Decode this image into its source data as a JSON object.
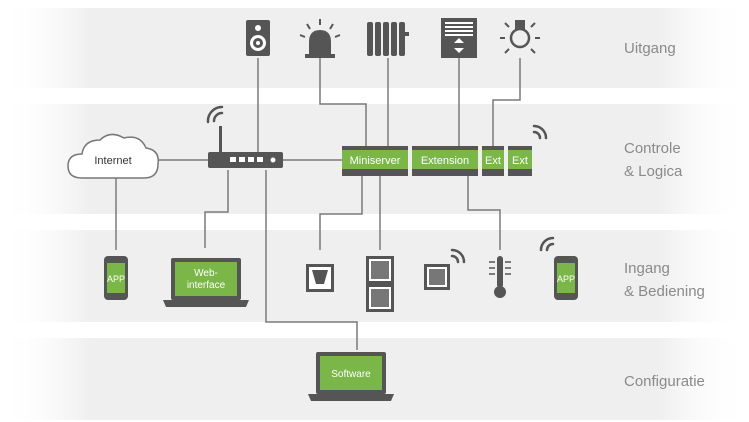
{
  "bands": {
    "output": {
      "label": "Uitgang"
    },
    "control": {
      "label_line1": "Controle",
      "label_line2": "& Logica"
    },
    "input": {
      "label_line1": "Ingang",
      "label_line2": "& Bediening"
    },
    "config": {
      "label": "Configuratie"
    }
  },
  "nodes": {
    "internet": "Internet",
    "miniserver": "Miniserver",
    "extension": "Extension",
    "ext1": "Ext",
    "ext2": "Ext",
    "app_left": "APP",
    "app_right": "APP",
    "web_line1": "Web-",
    "web_line2": "interface",
    "software": "Software"
  },
  "colors": {
    "green": "#7ab648",
    "dark_green": "#5f9a33",
    "icon_gray": "#555555",
    "wire_gray": "#7a7a7a",
    "band_gray": "#efefef",
    "label_gray": "#8a8a8a"
  },
  "icons": [
    "speaker-icon",
    "alarm-light-icon",
    "radiator-icon",
    "blinds-icon",
    "light-bulb-icon",
    "router-icon",
    "cloud-icon",
    "wifi-icon",
    "smartphone-icon",
    "laptop-icon",
    "motion-sensor-icon",
    "switch-icon",
    "thermometer-icon"
  ]
}
